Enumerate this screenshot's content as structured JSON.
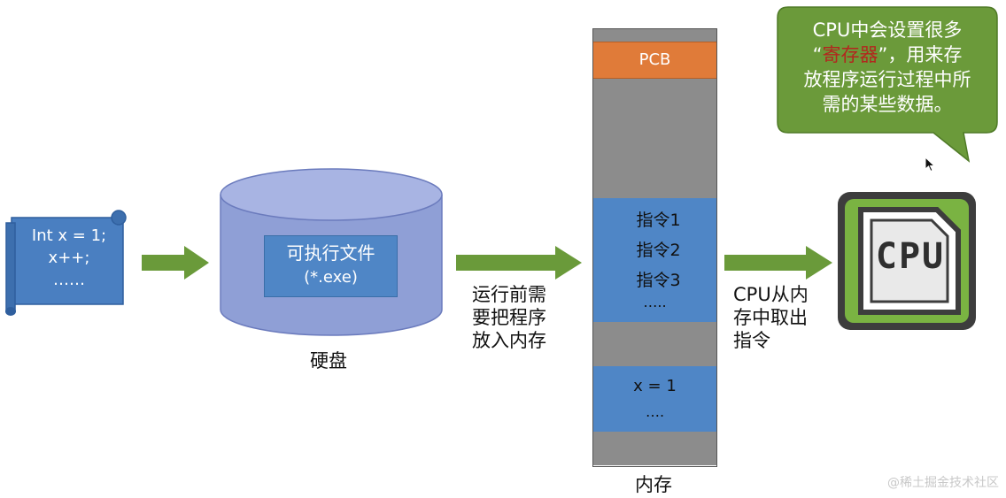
{
  "code_scroll": {
    "lines": [
      "Int x = 1;",
      "x++;",
      "……"
    ]
  },
  "disk": {
    "file_label": "可执行文件",
    "file_ext": "(*.exe)",
    "caption": "硬盘"
  },
  "load_caption": {
    "lines": [
      "运行前需",
      "要把程序",
      "放入内存"
    ]
  },
  "memory": {
    "pcb_label": "PCB",
    "instructions": [
      "指令1",
      "指令2",
      "指令3",
      "….."
    ],
    "data": [
      "x = 1",
      "…."
    ],
    "caption": "内存"
  },
  "fetch_caption": {
    "lines": [
      "CPU从内",
      "存中取出",
      "指令"
    ]
  },
  "bubble": {
    "line1": "CPU中会设置很多",
    "quote_open": "“",
    "registers": "寄存器",
    "quote_close": "”",
    "line2_rest": "，用来存",
    "line3": "放程序运行过程中所",
    "line4": "需的某些数据。"
  },
  "cpu": {
    "label": "CPU"
  },
  "watermark": "@稀土掘金技术社区",
  "colors": {
    "arrow_green": "#6a9a3a",
    "memory_blue": "#4f86c6",
    "memory_gray": "#8c8c8c",
    "pcb_orange": "#e07b39",
    "bubble_green": "#6b9a3a",
    "register_red": "#b3261e",
    "cpu_green": "#7ab342"
  }
}
